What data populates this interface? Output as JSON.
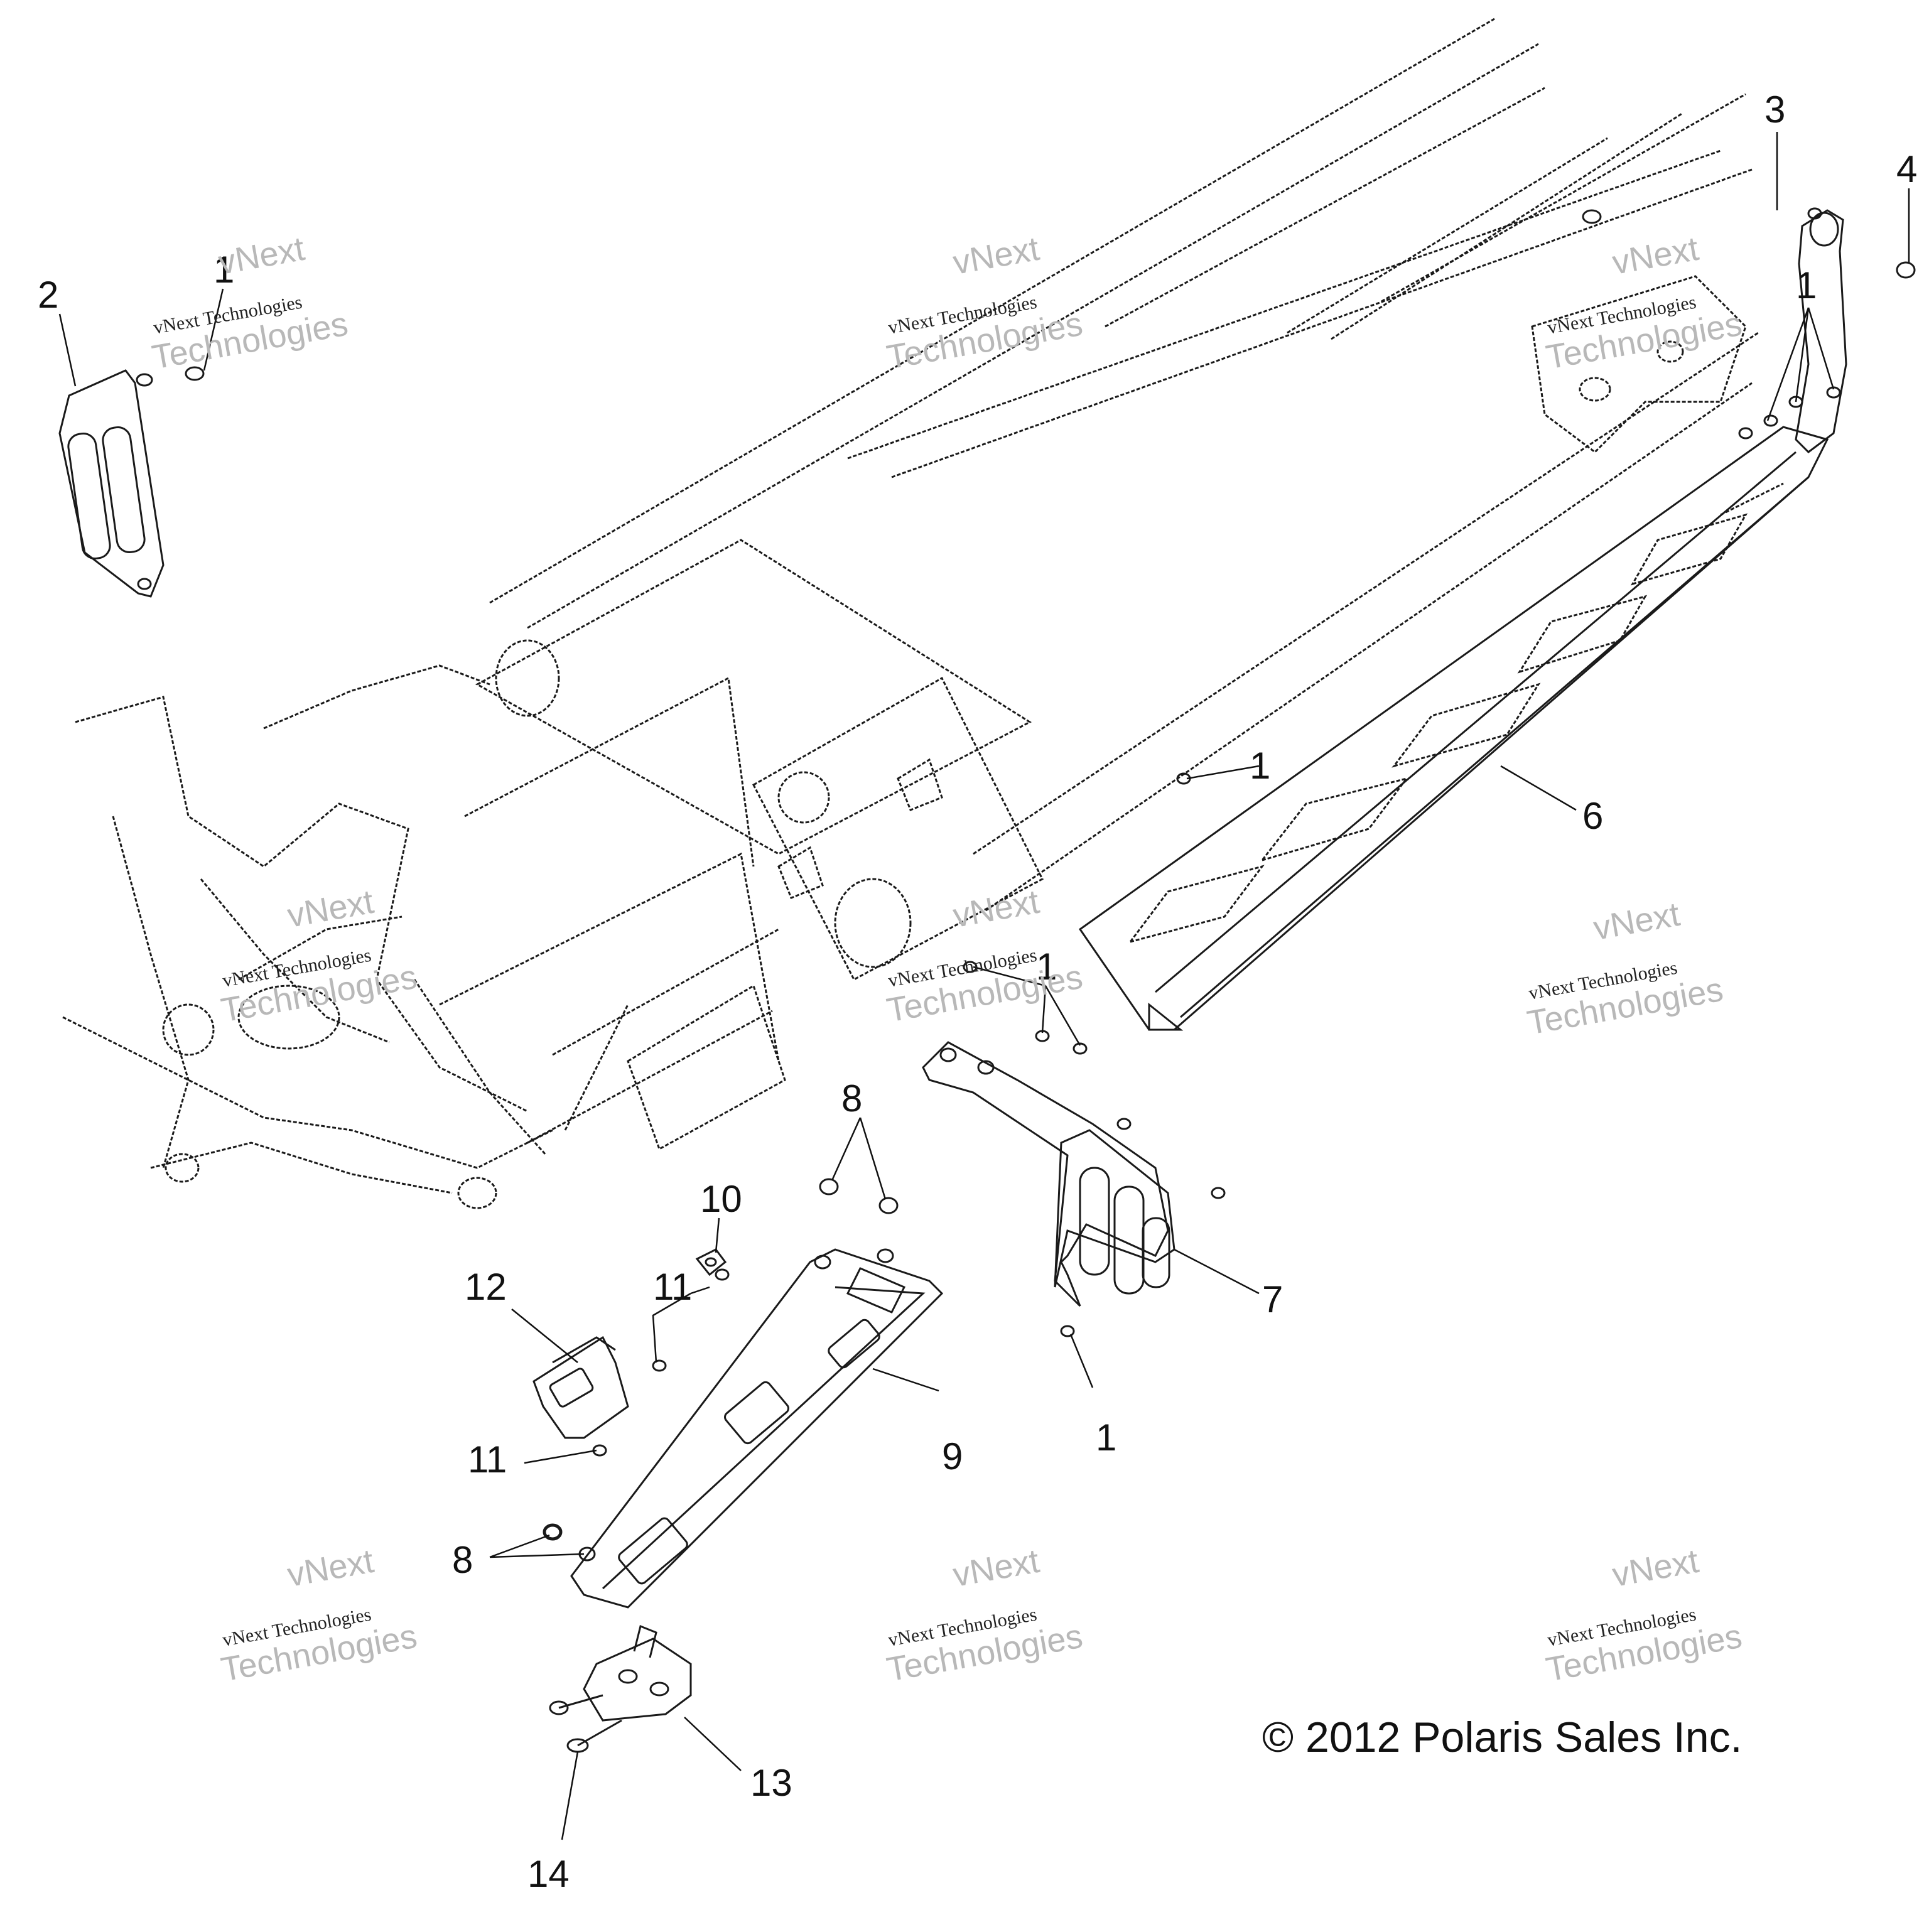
{
  "diagram": {
    "copyright": "© 2012 Polaris Sales Inc.",
    "callouts": [
      "1",
      "2",
      "3",
      "4",
      "6",
      "7",
      "8",
      "9",
      "10",
      "11",
      "12",
      "13",
      "14"
    ],
    "watermark": {
      "brand_lines": [
        "vNext",
        "Technologies"
      ],
      "small_text": "vNext Technologies"
    }
  }
}
